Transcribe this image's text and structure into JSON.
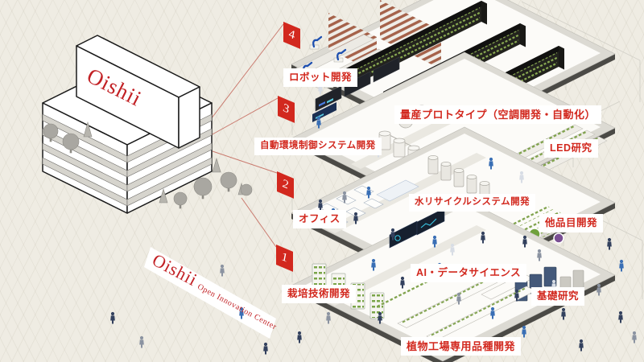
{
  "scene": {
    "background": "#efece3",
    "accent_red": "#d2281e",
    "logo_red": "#c22125"
  },
  "building": {
    "logo": "Oishii"
  },
  "sign": {
    "brand": "Oishii",
    "subtitle": "Open Innovation Center"
  },
  "floors": [
    {
      "number": "4",
      "labels": [
        "ロボット開発",
        "量産プロトタイプ（空調開発・自動化）"
      ]
    },
    {
      "number": "3",
      "labels": [
        "自動環境制御システム開発",
        "LED研究"
      ]
    },
    {
      "number": "2",
      "labels": [
        "オフィス",
        "水リサイクルシステム開発",
        "他品目開発"
      ]
    },
    {
      "number": "1",
      "labels": [
        "栽培技術開発",
        "AI・データサイエンス",
        "基礎研究",
        "植物工場専用品種開発"
      ]
    }
  ]
}
